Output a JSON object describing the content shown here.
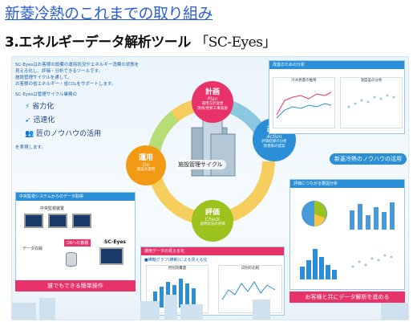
{
  "header": {
    "title": "新菱冷熱のこれまでの取り組み",
    "subtitle_prefix": "3.エネルギーデータ解析ツール",
    "subtitle_tool": "「SC-Eyes」"
  },
  "intro": {
    "line1": "SC-Eyesはお客様の設備の運用状況やエネルギー消費の状態を",
    "line2": "見える化し、評価・分析できるツールです。",
    "line3": "施設管理サイクルを通して、",
    "line4": "お客様の省エネルギー・省CO₂をサポートします。",
    "cycle_line": "SC-Eyesは管理サイクル業務の",
    "benefits": [
      "省力化",
      "迅速化",
      "匠のノウハウの活用"
    ],
    "realize": "を実現します。"
  },
  "cycle": {
    "center": "施設管理サイクル",
    "plan": {
      "ja": "計画",
      "en": "Plan",
      "desc1": "運用方針変更",
      "desc2": "改修/更新工事実施"
    },
    "do": {
      "ja": "運用",
      "en": "Do",
      "desc1": "施設の運用"
    },
    "check": {
      "ja": "評価",
      "en": "Check",
      "desc1": "運用状況の評価"
    },
    "act": {
      "ja": "改善",
      "en": "Action",
      "desc1": "評価結果の分析",
      "desc2": "改善策の提案"
    }
  },
  "panels": {
    "improve": {
      "title": "改善のための分析",
      "chart1": "冷水熱量の推移",
      "chart2": "温度差の分析"
    },
    "data_acq": {
      "title": "中央監視システムからのデータ取得",
      "server": "中央監視装置",
      "data": "データ収録",
      "tool": "SC-Eyes",
      "db": "DBへの蓄積"
    },
    "visual": {
      "title": "運用データの見える化",
      "legend": "■横軸グラフ(横断)による見える化",
      "chart1": "月別消費量",
      "chart2": "日別の比較"
    },
    "eval": {
      "title": "評価につながる要因分析"
    }
  },
  "banners": {
    "left": "誰でもできる簡単操作",
    "mid": "お客様と共にデータ解析を進める",
    "right": "新菱冷熱のノウハウの活用"
  },
  "colors": {
    "plan": "#e8326a",
    "do": "#f39a14",
    "check": "#9bc21d",
    "act": "#2a8fd6",
    "accent": "#2a5fd0"
  }
}
